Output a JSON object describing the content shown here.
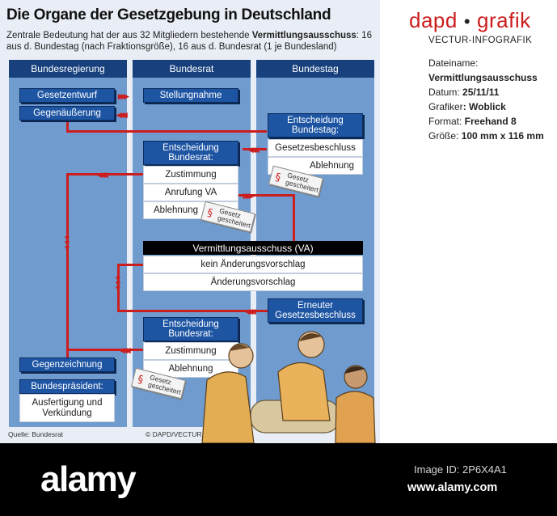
{
  "graphic": {
    "title": "Die Organe der Gesetzgebung in Deutschland",
    "subtitle_pre": "Zentrale Bedeutung hat der aus 32 Mitgliedern bestehende ",
    "subtitle_bold": "Vermittlungsausschuss",
    "subtitle_post": ": 16 aus d. Bundestag (nach Fraktionsgröße), 16 aus d. Bundesrat (1 je Bundesland)",
    "columns": [
      "Bundesregierung",
      "Bundesrat",
      "Bundestag"
    ],
    "boxes": {
      "gesetzentwurf": "Gesetzentwurf",
      "stellungnahme": "Stellungnahme",
      "gegenaeusserung": "Gegenäußerung",
      "entscheidung_bundestag": "Entscheidung Bundestag:",
      "gesetzesbeschluss": "Gesetzesbeschluss",
      "ablehnung_bt": "Ablehnung",
      "entscheidung_bundesrat_1": "Entscheidung Bundesrat:",
      "zustimmung_1": "Zustimmung",
      "anrufung_va": "Anrufung VA",
      "ablehnung_br_1": "Ablehnung",
      "vermittlungsausschuss": "Vermittlungsausschuss (VA)",
      "kein_aenderungsvorschlag": "kein Änderungsvorschlag",
      "aenderungsvorschlag": "Änderungsvorschlag",
      "erneuter_gesetzesbeschluss": "Erneuter Gesetzesbeschluss",
      "entscheidung_bundesrat_2": "Entscheidung Bundesrat:",
      "zustimmung_2": "Zustimmung",
      "ablehnung_br_2": "Ablehnung",
      "gegenzeichnung": "Gegenzeichnung",
      "bundespraesident": "Bundespräsident:",
      "ausfertigung": "Ausfertigung und Verkündung"
    },
    "stamp_text": "Gesetz gescheitert",
    "source": "Quelle: Bundesrat",
    "copyright": "© DAPD/VECTUR"
  },
  "panel": {
    "brand_left": "dapd",
    "brand_dot": "•",
    "brand_right": "grafik",
    "brand_sub": "VECTUR-INFOGRAFIK",
    "dateiname_label": "Dateiname:",
    "dateiname_value": "Vermittlungsausschuss",
    "datum_label": "Datum: ",
    "datum_value": "25/11/11",
    "grafiker_label": "Grafiker",
    "grafiker_value": ": Woblick",
    "format_label": "Format: ",
    "format_value": "Freehand 8",
    "groesse_label": "Größe: ",
    "groesse_value": "100 mm x 116 mm"
  },
  "watermark": {
    "logo": "alamy",
    "image_id": "Image ID: 2P6X4A1",
    "url": "www.alamy.com"
  },
  "colors": {
    "column": "#6f9bcf",
    "column_header": "#17407d",
    "box_blue": "#1e55a3",
    "flow_red": "#cc1e1e",
    "brand_red": "#cc1d1d"
  }
}
